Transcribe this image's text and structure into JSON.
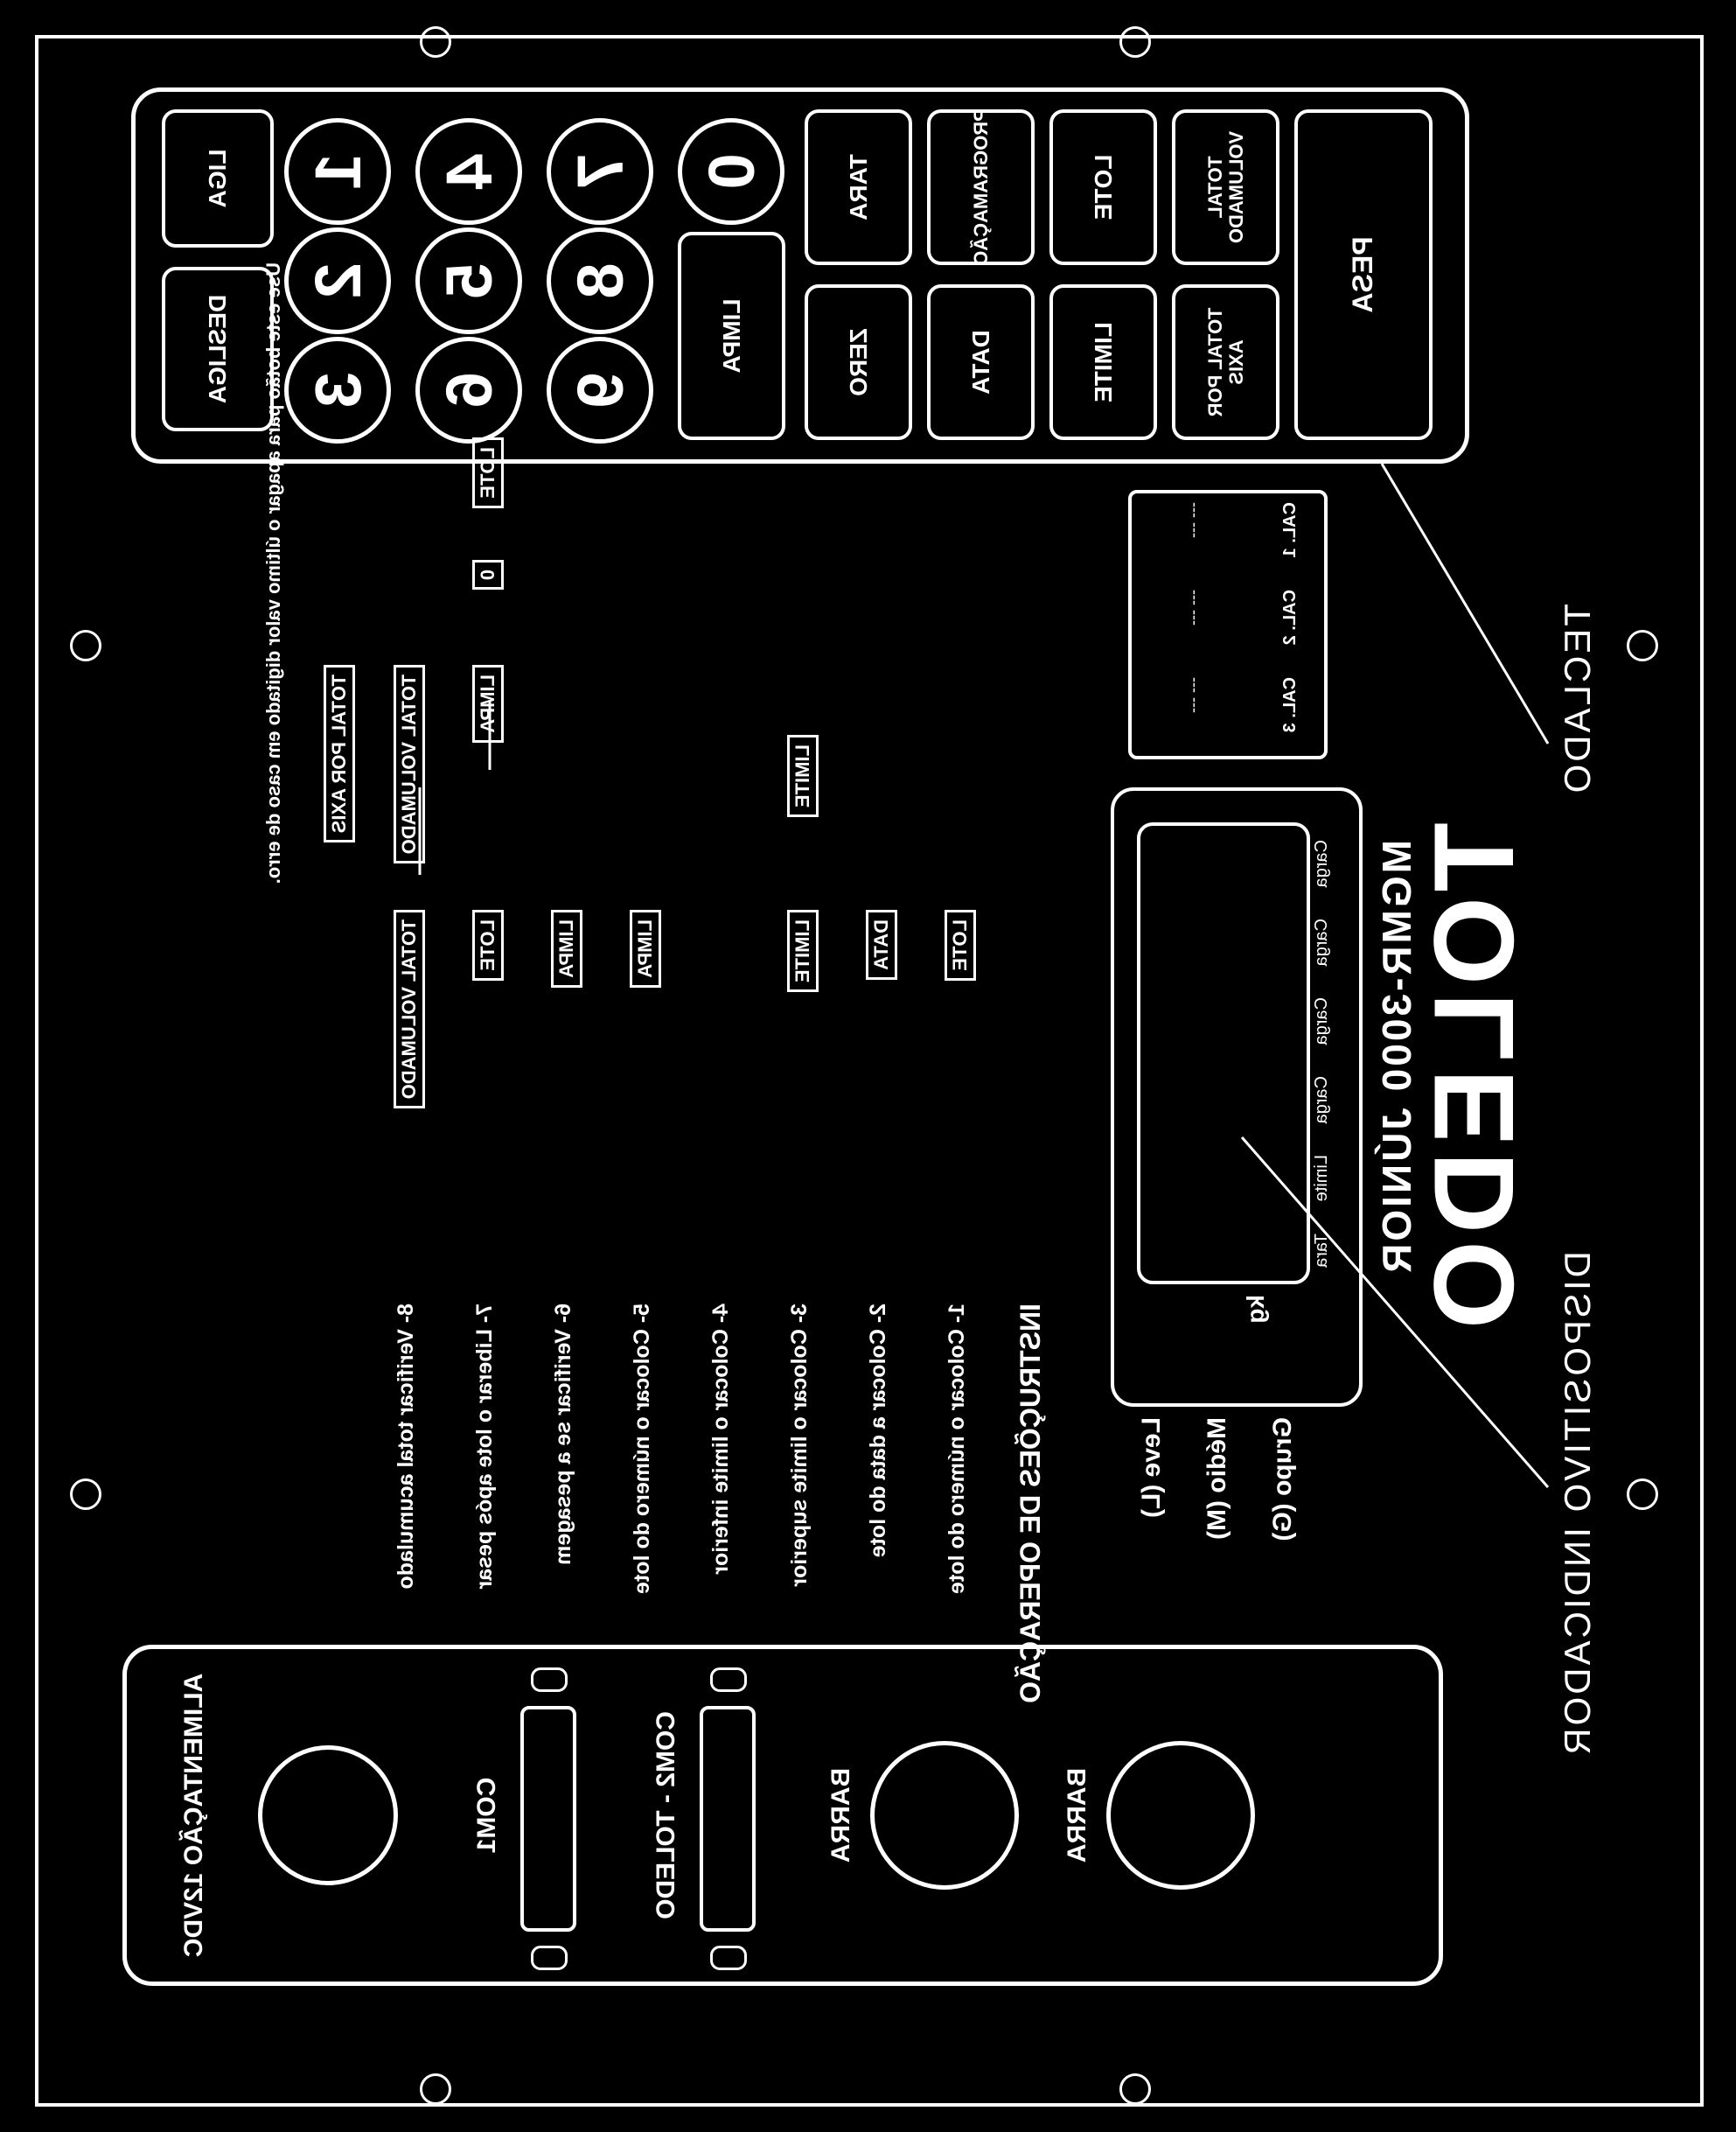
{
  "brand": {
    "logo": "TOLEDO",
    "model": "MGMR-3000 JÚNIOR"
  },
  "callouts": {
    "keyboard": "TECLADO",
    "display": "DISPOSITIVO INDICADOR"
  },
  "keypad": {
    "function_keys": [
      "LIGA",
      "DESLIGA"
    ],
    "digits": [
      "1",
      "2",
      "3",
      "4",
      "5",
      "6",
      "7",
      "8",
      "9",
      "0"
    ],
    "keys": [
      "LIMPA",
      "TARA",
      "ZERO",
      "PROGRAMAÇÃO",
      "DATA",
      "LOTE",
      "LIMITE",
      "TOTAL VOLUMADO",
      "TOTAL POR AXIS",
      "PESA"
    ]
  },
  "display": {
    "unit": "kg",
    "annunciators": [
      "Carga",
      "Carga",
      "Carga",
      "Carga",
      "Limite",
      "Tara"
    ],
    "cal_table": {
      "headers": [
        "CAL. 1",
        "CAL. 2",
        "CAL. 3"
      ],
      "rows": [
        "--- ---",
        "--- ---",
        "--- ---"
      ]
    }
  },
  "mode_lights": [
    "Grupo (G)",
    "Médio (M)",
    "Leve (L)"
  ],
  "instructions": {
    "title": "INSTRUÇÕES DE OPERAÇÃO",
    "steps": [
      "1- Colocar o número do lote",
      "2- Colocar a data do lote",
      "3- Colocar o limite superior",
      "4- Colocar o limite inferior",
      "5- Colocar o número do lote",
      "6- Verificar se a pesagem",
      "7- Liberar o lote após pesar",
      "8- Verificar total acumulado"
    ],
    "buttons": [
      "LOTE",
      "DATA",
      "LIMITE",
      "LIMITE",
      "LIMPA",
      "LIMPA",
      "LOTE",
      "LIMPA",
      "0",
      "LOTE",
      "TOTAL VOLUMADO",
      "TOTAL VOLUMADO",
      "TOTAL POR AXIS"
    ],
    "footer": "Use este botão para apagar o último valor digitado em caso de erro."
  },
  "connectors": {
    "power": "ALIMENTAÇÃO 12VDC",
    "com1": "COM1",
    "com2": "COM2 - TOLEDO",
    "barra1": "BARRA",
    "barra2": "BARRA"
  }
}
